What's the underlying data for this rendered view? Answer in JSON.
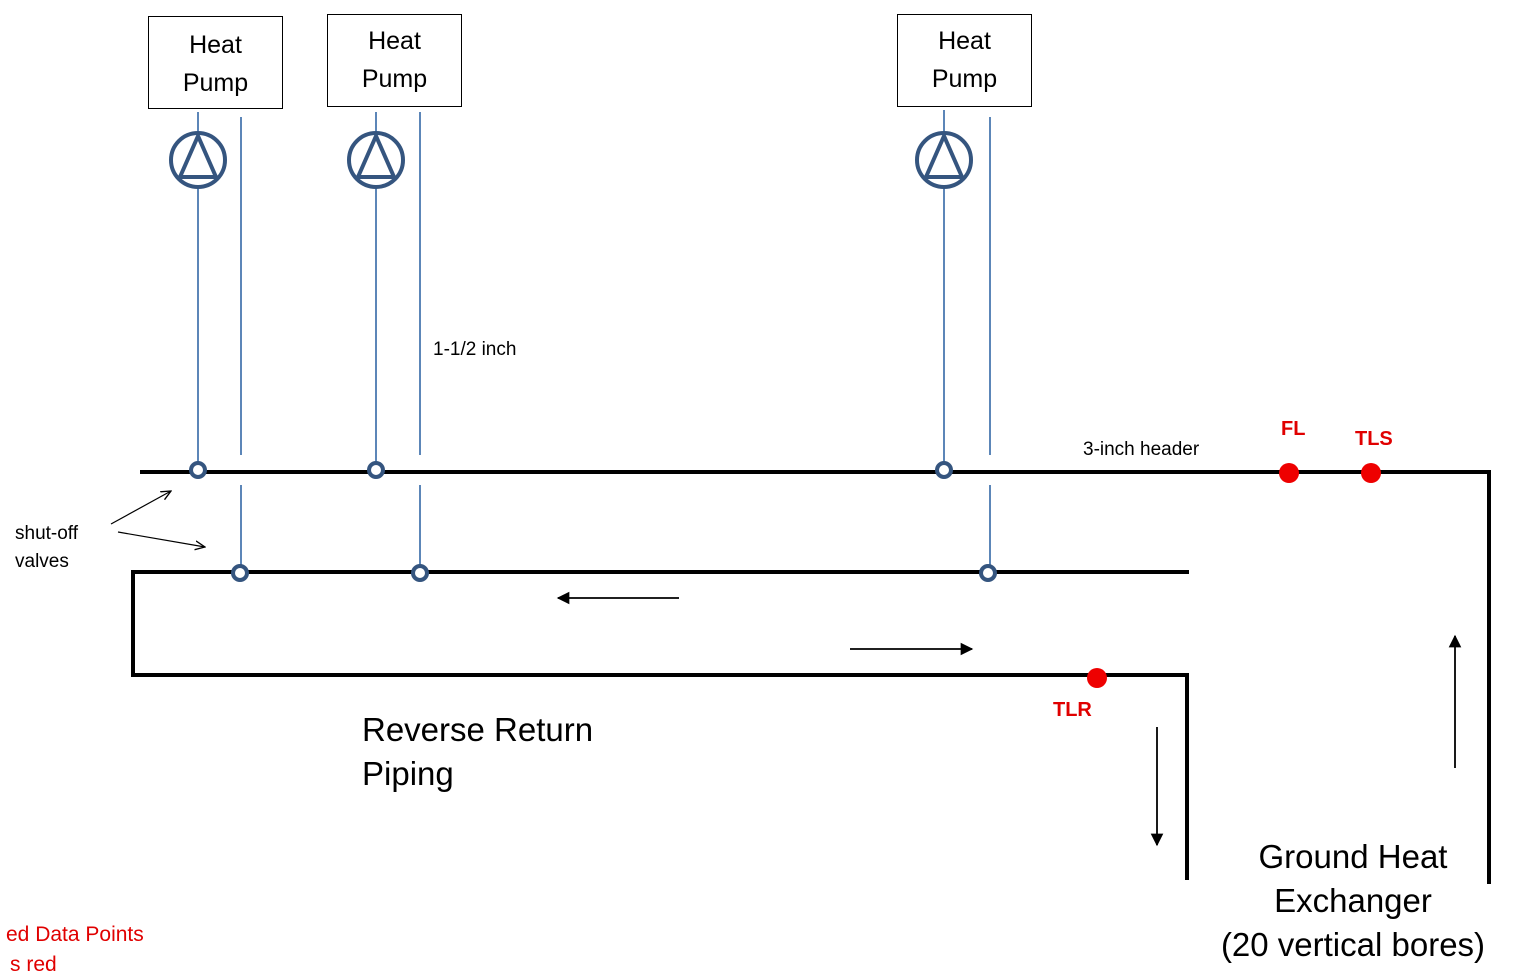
{
  "heat_pumps": [
    {
      "line1": "Heat",
      "line2": "Pump"
    },
    {
      "line1": "Heat",
      "line2": "Pump"
    },
    {
      "line1": "Heat",
      "line2": "Pump"
    }
  ],
  "labels": {
    "branch_pipe": "1-1/2 inch",
    "header": "3-inch header",
    "valves_line1": "shut-off",
    "valves_line2": "valves",
    "piping_line1": "Reverse Return",
    "piping_line2": "Piping",
    "ghx_line1": "Ground Heat",
    "ghx_line2": "Exchanger",
    "ghx_line3": "(20 vertical bores)"
  },
  "data_points": {
    "fl": "FL",
    "tls": "TLS",
    "tlr": "TLR"
  },
  "legend": {
    "line1": "ed Data Points",
    "line2": "s red"
  },
  "colors": {
    "pipe": "#000000",
    "branch": "#4a78b0",
    "pump": "#35557f",
    "sensor": "#ee0000"
  }
}
